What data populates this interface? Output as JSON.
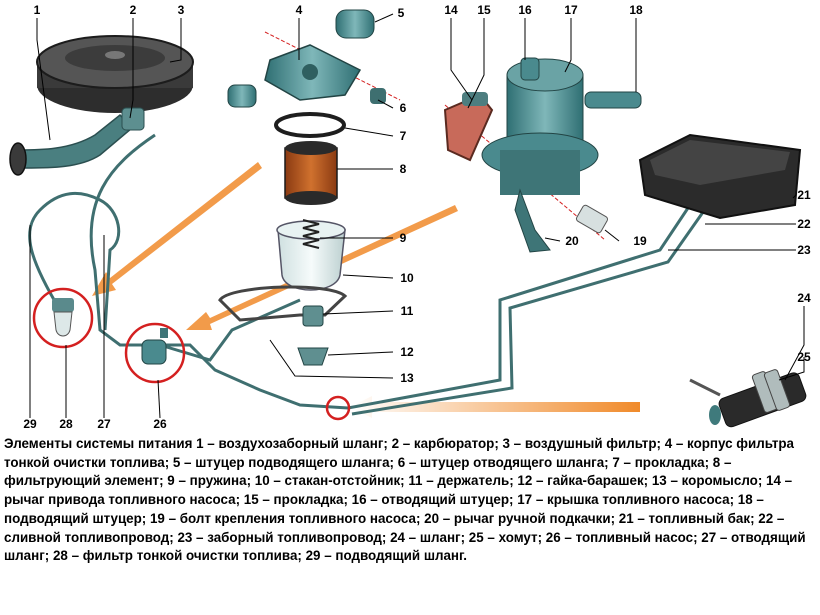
{
  "figure": {
    "callout_numbers": [
      "1",
      "2",
      "3",
      "4",
      "5",
      "6",
      "7",
      "8",
      "9",
      "10",
      "11",
      "12",
      "13",
      "14",
      "15",
      "16",
      "17",
      "18",
      "19",
      "20",
      "21",
      "22",
      "23",
      "24",
      "25",
      "26",
      "27",
      "28",
      "29"
    ]
  },
  "caption": {
    "text": "Элементы системы питания 1 – воздухозаборный шланг; 2 – карбюратор; 3 – воздушный фильтр; 4 – корпус фильтра тонкой очистки топлива; 5 – штуцер подводящего шланга; 6 – штуцер отводящего шланга; 7 – прокладка; 8 – фильтрующий элемент; 9 – пружина; 10 – стакан-отстойник; 11 – держатель; 12 – гайка-барашек; 13 – коромысло; 14 – рычаг привода топливного насоса; 15 – прокладка; 16 – отводящий штуцер; 17 – крышка топливного насоса; 18 – подводящий штуцер; 19 – болт крепления топливного насоса; 20 – рычаг ручной подкачки; 21 – топливный бак; 22 – сливной топливопровод; 23 – заборный топливопровод; 24 – шланг; 25 – хомут; 26 – топливный насос; 27 – отводящий шланг; 28 – фильтр тонкой очистки топлива; 29 – подводящий шланг."
  },
  "colors": {
    "part_teal": "#4a8a8e",
    "part_dark": "#2b2b2b",
    "filter_orange": "#b8551e",
    "arrow_orange": "#f08a2a",
    "highlight_red": "#d42020"
  }
}
